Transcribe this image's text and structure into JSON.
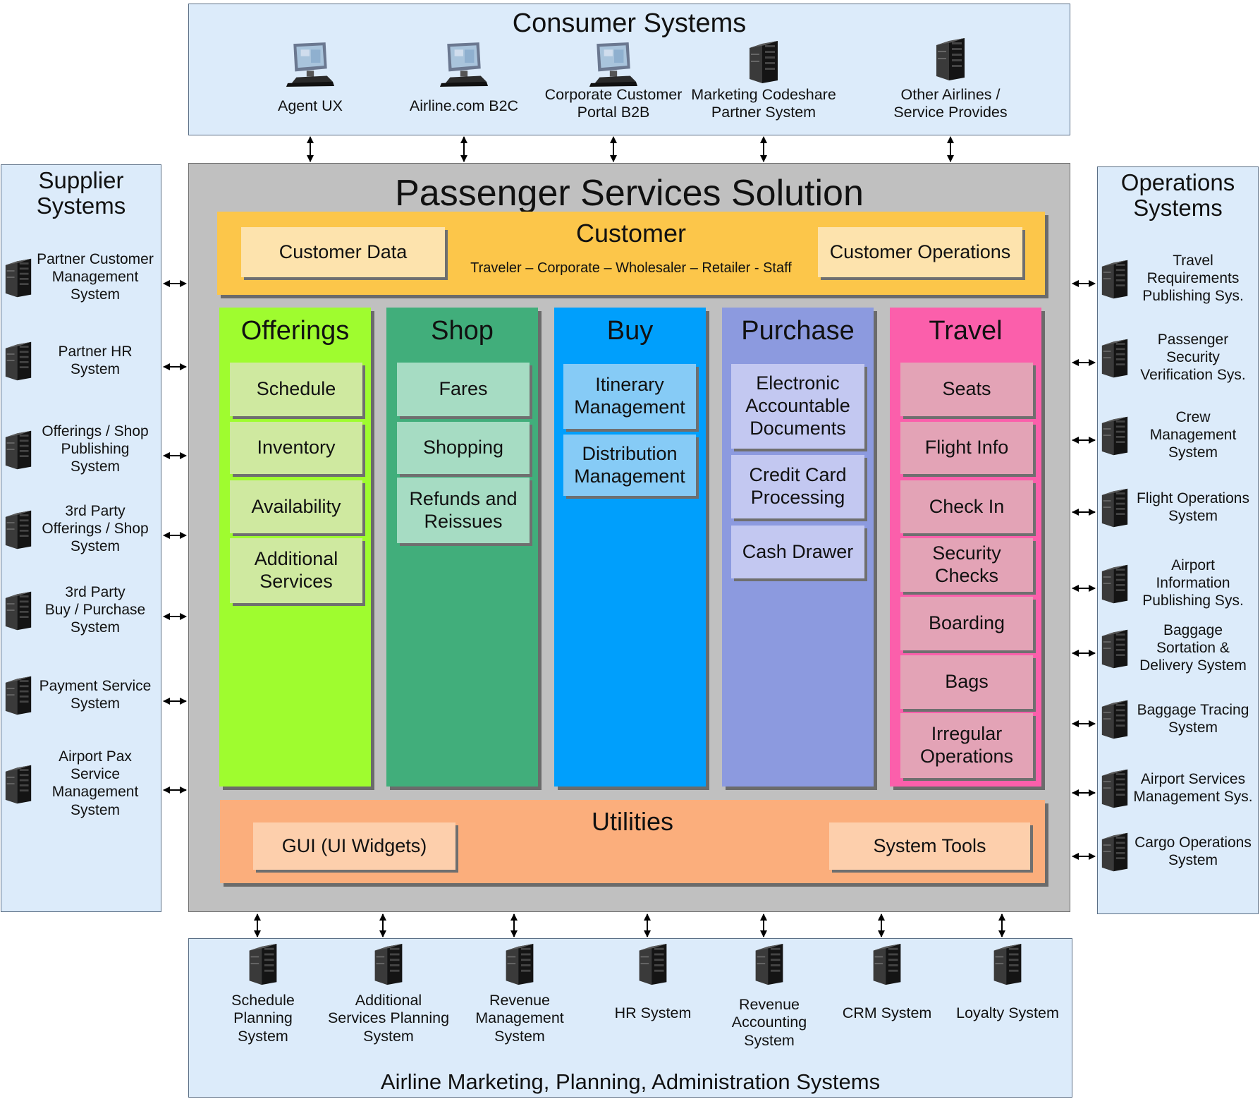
{
  "consumer": {
    "title": "Consumer Systems",
    "items": [
      {
        "label": "Agent UX",
        "icon": "workstation-icon"
      },
      {
        "label": "Airline.com B2C",
        "icon": "workstation-icon"
      },
      {
        "label": "Corporate Customer\nPortal B2B",
        "icon": "workstation-icon"
      },
      {
        "label": "Marketing Codeshare\nPartner System",
        "icon": "server-icon"
      },
      {
        "label": "Other Airlines /\nService Provides",
        "icon": "server-icon"
      }
    ]
  },
  "supplier": {
    "title": "Supplier\nSystems",
    "items": [
      {
        "label": "Partner Customer\nManagement\nSystem"
      },
      {
        "label": "Partner HR\nSystem"
      },
      {
        "label": "Offerings / Shop\nPublishing\nSystem"
      },
      {
        "label": "3rd Party\nOfferings / Shop\nSystem"
      },
      {
        "label": "3rd Party\nBuy / Purchase\nSystem"
      },
      {
        "label": "Payment Service\nSystem"
      },
      {
        "label": "Airport Pax\nService\nManagement\nSystem"
      }
    ]
  },
  "operations": {
    "title": "Operations\nSystems",
    "items": [
      {
        "label": "Travel\nRequirements\nPublishing Sys."
      },
      {
        "label": "Passenger\nSecurity\nVerification Sys."
      },
      {
        "label": "Crew\nManagement\nSystem"
      },
      {
        "label": "Flight Operations\nSystem"
      },
      {
        "label": "Airport\nInformation\nPublishing Sys."
      },
      {
        "label": "Baggage\nSortation &\nDelivery System"
      },
      {
        "label": "Baggage Tracing\nSystem"
      },
      {
        "label": "Airport Services\nManagement Sys."
      },
      {
        "label": "Cargo Operations\nSystem"
      }
    ]
  },
  "admin": {
    "title": "Airline Marketing, Planning, Administration Systems",
    "items": [
      {
        "label": "Schedule\nPlanning\nSystem"
      },
      {
        "label": "Additional\nServices Planning\nSystem"
      },
      {
        "label": "Revenue\nManagement\nSystem"
      },
      {
        "label": "HR System"
      },
      {
        "label": "Revenue\nAccounting\nSystem"
      },
      {
        "label": "CRM System"
      },
      {
        "label": "Loyalty System"
      }
    ]
  },
  "pss": {
    "title": "Passenger Services Solution",
    "customer": {
      "title": "Customer",
      "subtitle": "Traveler – Corporate – Wholesaler – Retailer - Staff",
      "left_box": "Customer Data",
      "right_box": "Customer Operations"
    },
    "columns": [
      {
        "title": "Offerings",
        "items": [
          "Schedule",
          "Inventory",
          "Availability",
          "Additional\nServices"
        ]
      },
      {
        "title": "Shop",
        "items": [
          "Fares",
          "Shopping",
          "Refunds and\nReissues"
        ]
      },
      {
        "title": "Buy",
        "items": [
          "Itinerary\nManagement",
          "Distribution\nManagement"
        ]
      },
      {
        "title": "Purchase",
        "items": [
          "Electronic\nAccountable\nDocuments",
          "Credit Card\nProcessing",
          "Cash Drawer"
        ]
      },
      {
        "title": "Travel",
        "items": [
          "Seats",
          "Flight Info",
          "Check In",
          "Security\nChecks",
          "Boarding",
          "Bags",
          "Irregular\nOperations"
        ]
      }
    ],
    "utilities": {
      "title": "Utilities",
      "left_box": "GUI (UI Widgets)",
      "right_box": "System Tools"
    }
  },
  "colors": {
    "panel": "#dcebfa",
    "pss": "#c0c0c0",
    "customer": "#fcc64a",
    "customer_box": "#fde3ad",
    "offerings": "#9ffc2f",
    "offerings_tile": "#cfe9a0",
    "shop": "#41ae7b",
    "shop_tile": "#a6dcc3",
    "buy": "#009ffc",
    "buy_tile": "#86cbf6",
    "purchase": "#8c9adf",
    "purchase_tile": "#c3c8f1",
    "travel": "#fb5fab",
    "travel_tile": "#e3a3b6",
    "utilities": "#fbae7c",
    "utilities_box": "#fdcfac"
  }
}
